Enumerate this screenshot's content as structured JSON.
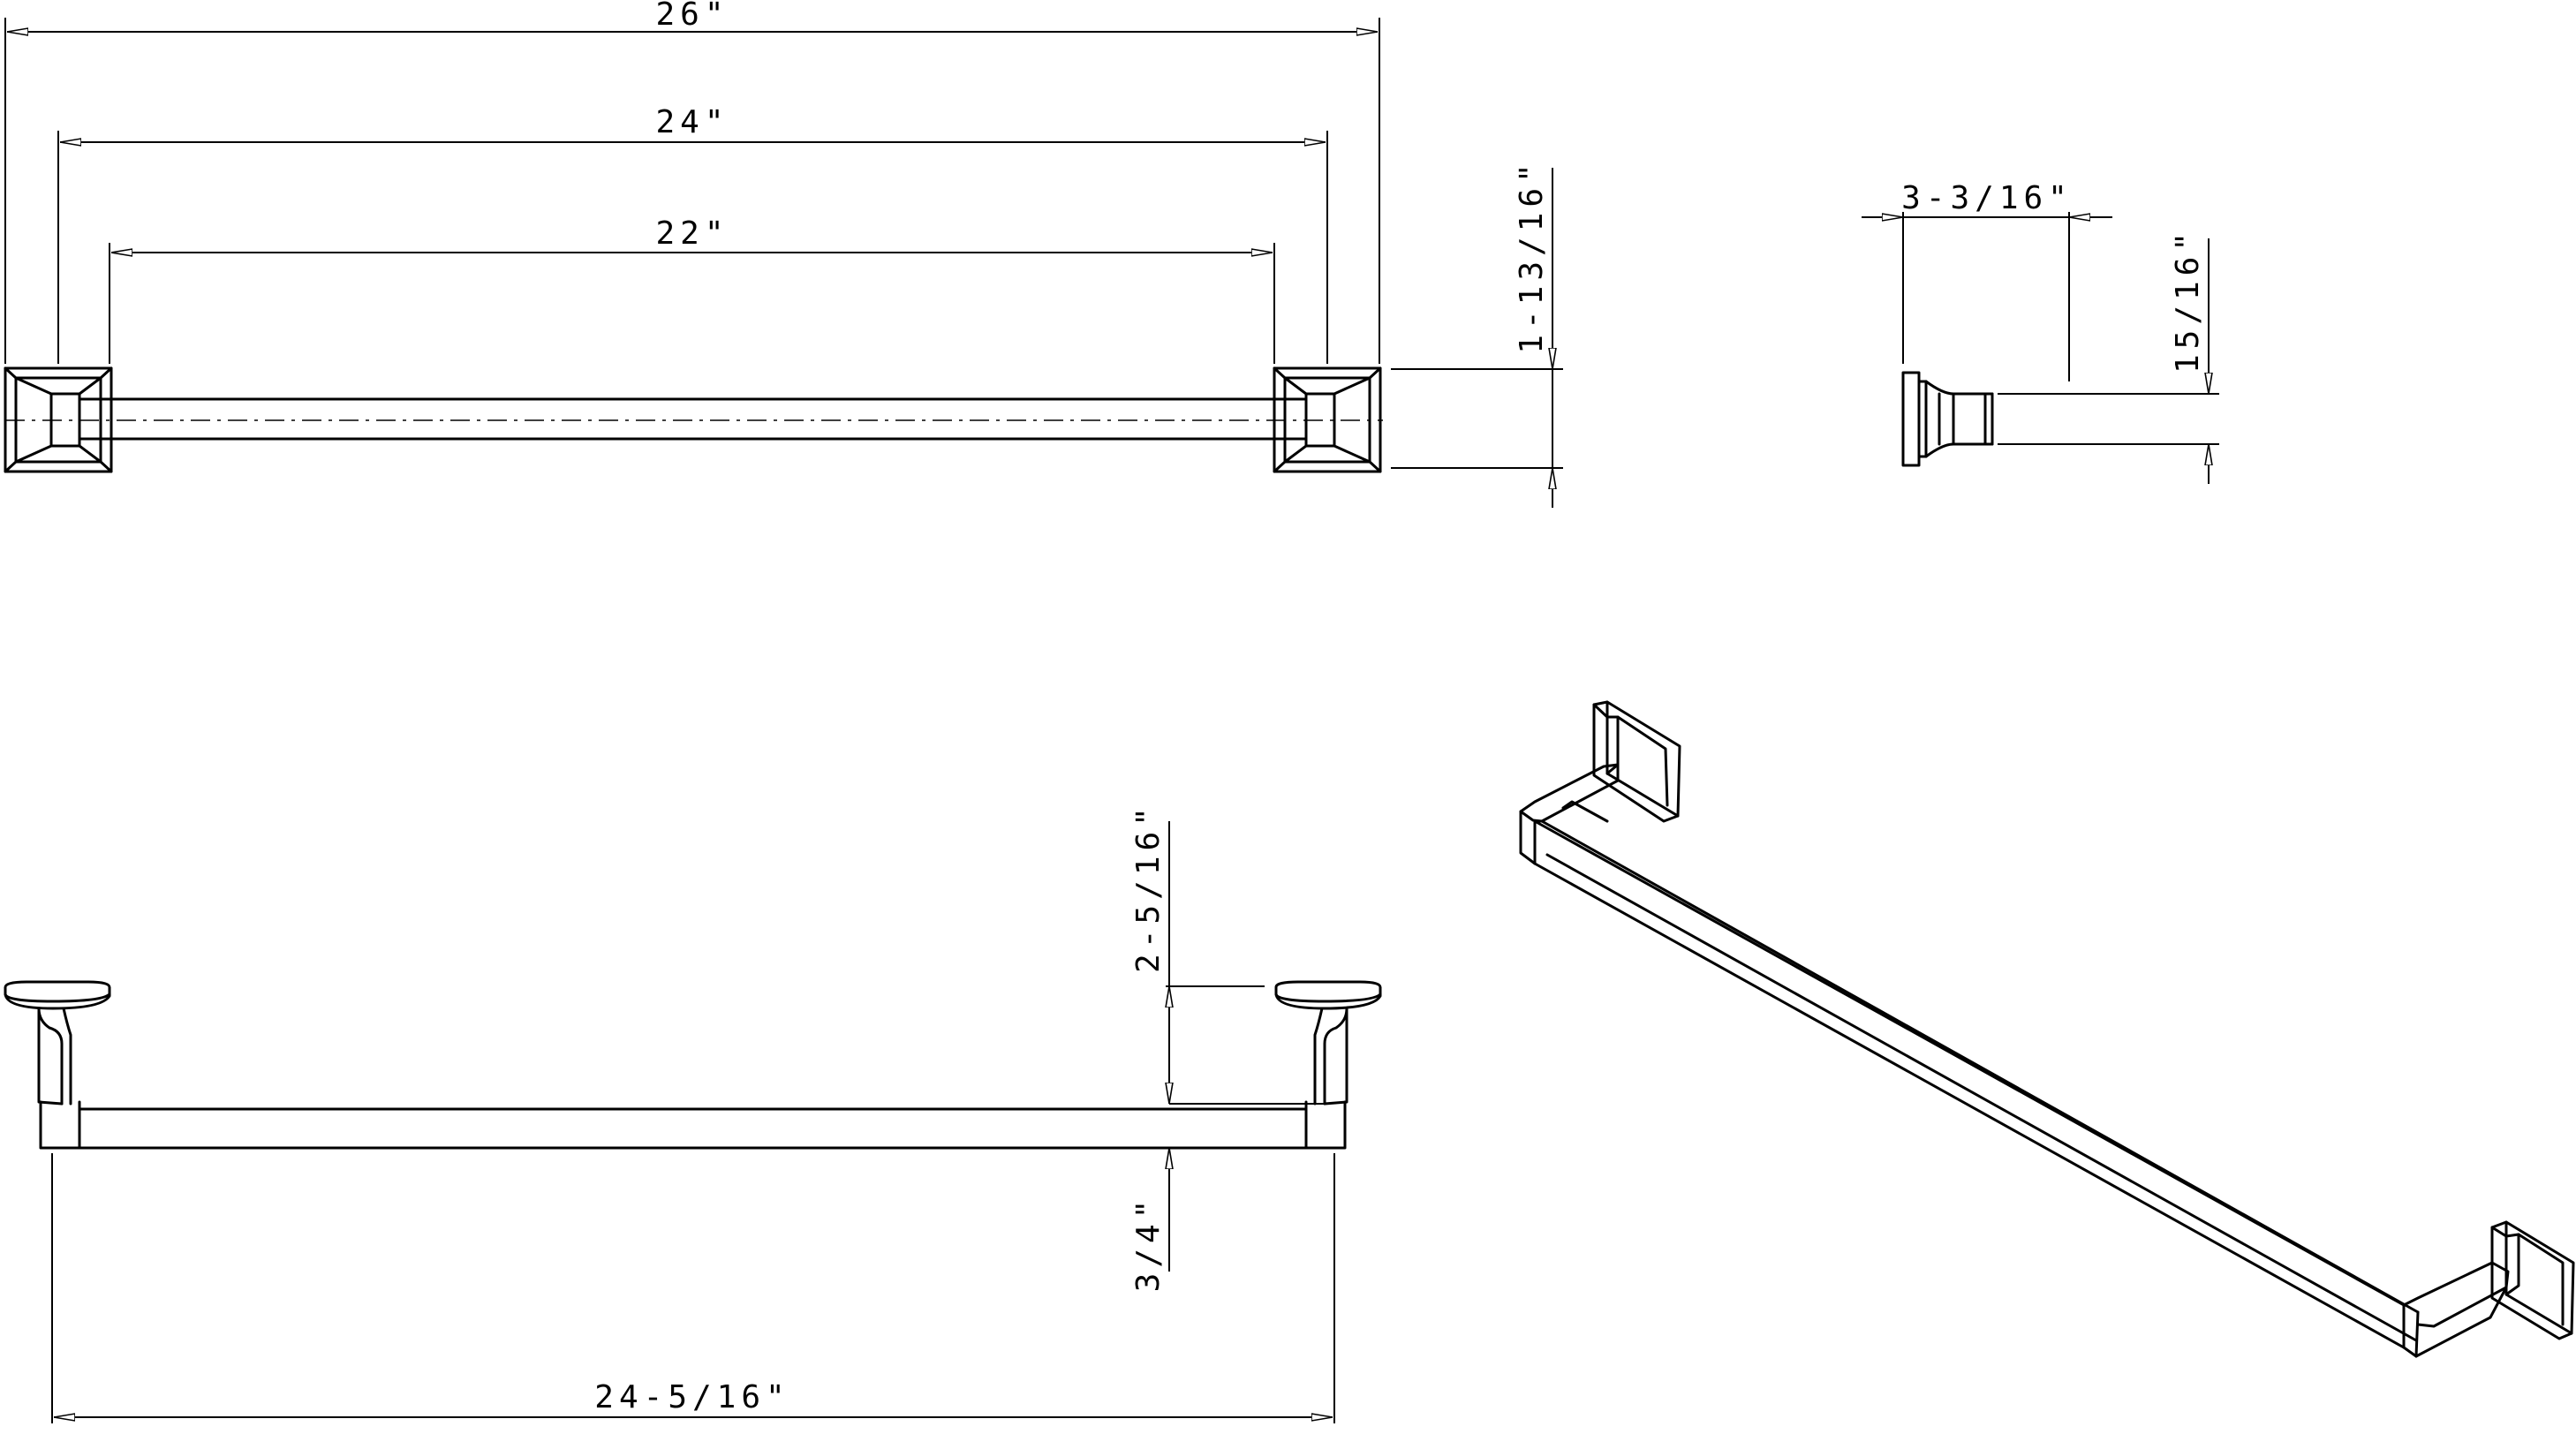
{
  "dimensions": {
    "overall_26": "26\"",
    "post_to_post_24": "24\"",
    "inner_22": "22\"",
    "height_1_13_16": "1-13/16\"",
    "projection_3_3_16": "3-3/16\"",
    "bar_15_16": "15/16\"",
    "side_2_5_16": "2-5/16\"",
    "side_3_4": "3/4\"",
    "side_24_5_16": "24-5/16\""
  }
}
